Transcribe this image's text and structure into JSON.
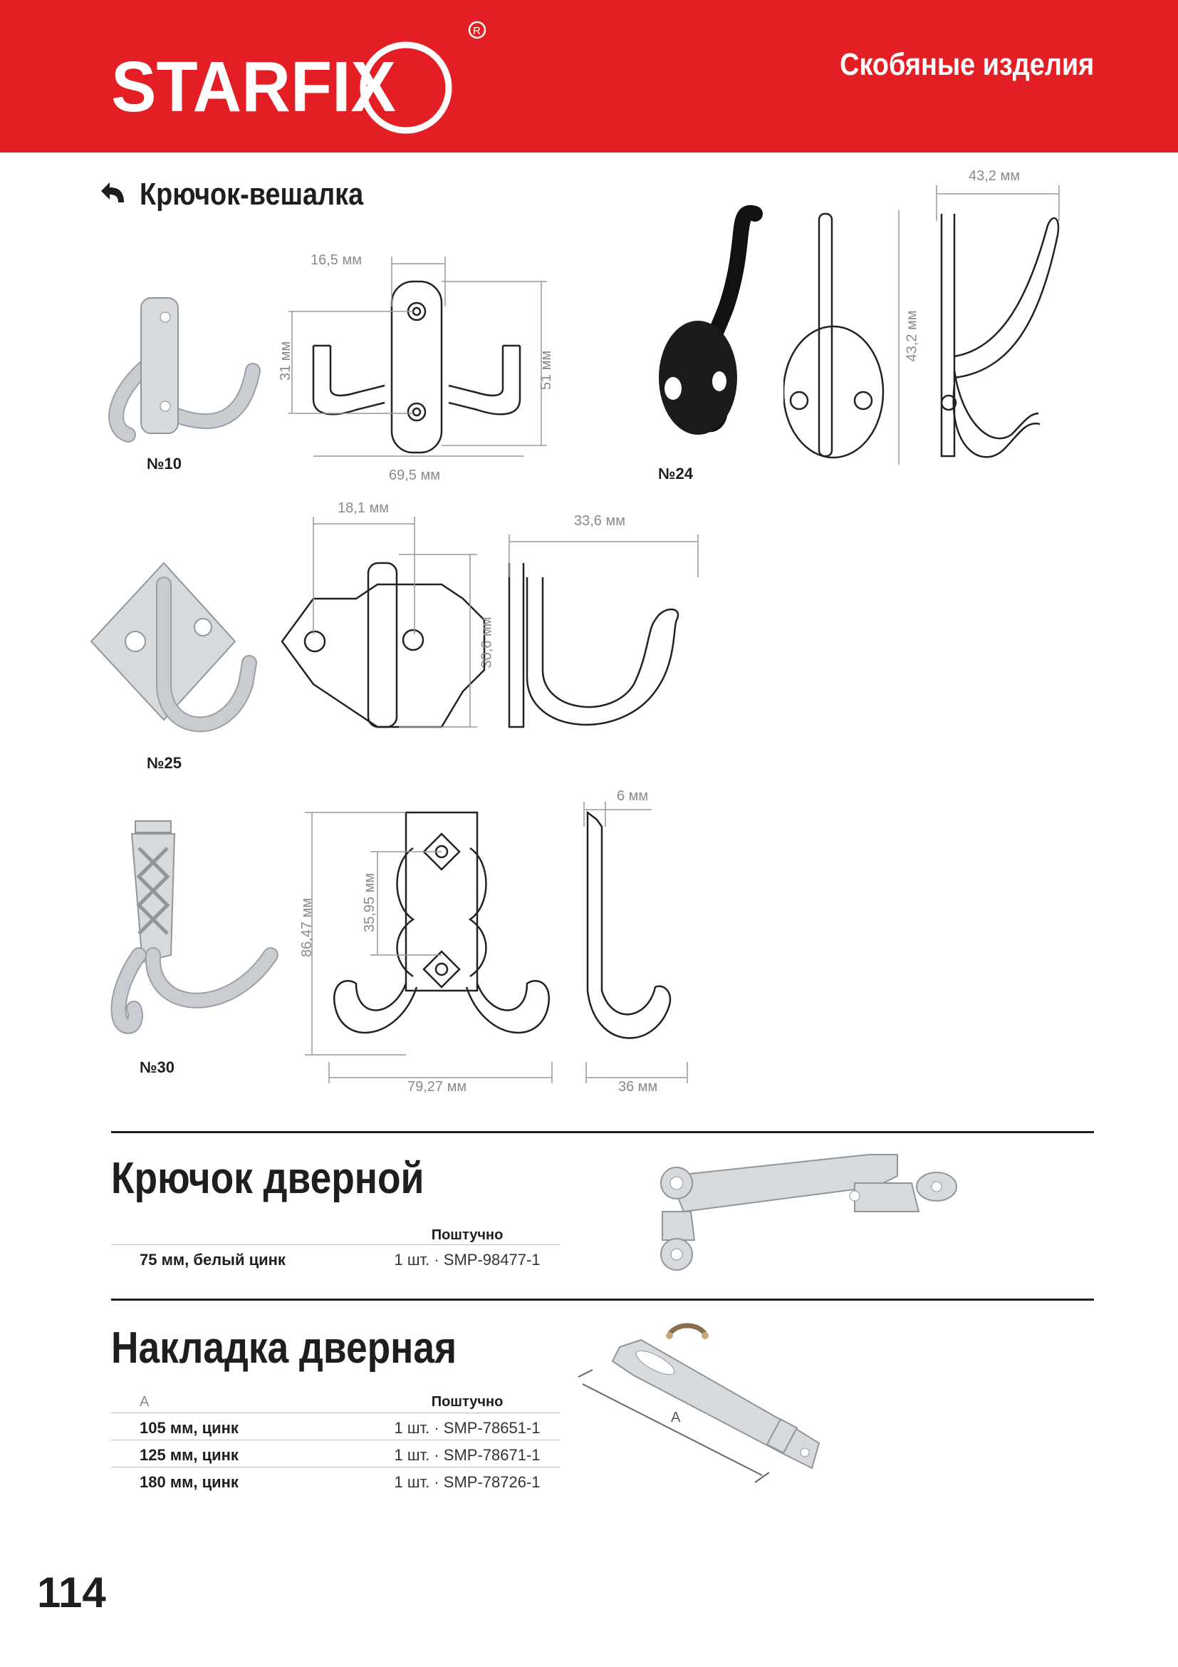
{
  "header": {
    "brand": "STARFIX",
    "section_title": "Скобяные изделия"
  },
  "section_hooks": {
    "title": "Крючок-вешалка",
    "items": [
      {
        "label": "№10",
        "dims": {
          "width": "16,5 мм",
          "inner": "31 мм",
          "height": "51 мм",
          "span": "69,5 мм"
        }
      },
      {
        "label": "№24",
        "dims": {
          "width": "43,2 мм",
          "height": "43,2 мм"
        }
      },
      {
        "label": "№25",
        "dims": {
          "width": "18,1 мм",
          "height": "30,6 мм",
          "depth": "33,6 мм"
        }
      },
      {
        "label": "№30",
        "dims": {
          "height": "86,47 мм",
          "inner": "35,95 мм",
          "span": "79,27 мм",
          "thickness": "6 мм",
          "depth": "36 мм"
        }
      }
    ]
  },
  "door_hook": {
    "title": "Крючок дверной",
    "col_header": "Поштучно",
    "rows": [
      {
        "name": "75 мм, белый цинк",
        "value": "1 шт. · SMP-98477-1"
      }
    ]
  },
  "door_hasp": {
    "title": "Накладка дверная",
    "col_a": "A",
    "col_header": "Поштучно",
    "dim_label": "A",
    "rows": [
      {
        "name": "105 мм, цинк",
        "value": "1 шт. · SMP-78651-1"
      },
      {
        "name": "125 мм, цинк",
        "value": "1 шт. · SMP-78671-1"
      },
      {
        "name": "180 мм, цинк",
        "value": "1 шт. · SMP-78726-1"
      }
    ]
  },
  "footer": {
    "page_number": "114"
  },
  "colors": {
    "brand_red": "#e31e24",
    "text": "#1e1e1e",
    "dim_gray": "#8a8a8a"
  }
}
